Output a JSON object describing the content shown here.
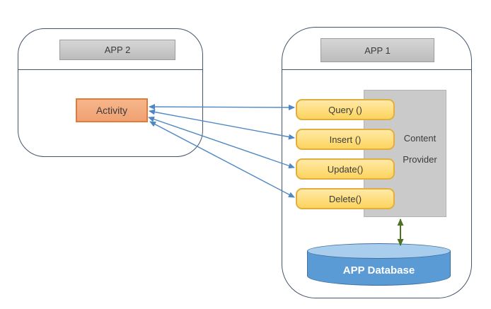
{
  "app2": {
    "title": "APP 2",
    "activity_label": "Activity"
  },
  "app1": {
    "title": "APP 1",
    "methods": [
      {
        "label": "Query ()"
      },
      {
        "label": "Insert ()"
      },
      {
        "label": "Update()"
      },
      {
        "label": "Delete()"
      }
    ],
    "content_provider": {
      "line1": "Content",
      "line2": "Provider"
    },
    "database_label": "APP Database"
  },
  "colors": {
    "canvas-bg": "#ffffff",
    "container-border": "#44546a",
    "title-bar-fill-top": "#d6d6d6",
    "title-bar-fill-bottom": "#bcbcbc",
    "title-bar-border": "#9d9d9d",
    "activity-fill-top": "#f6b68a",
    "activity-fill-bottom": "#f0a173",
    "activity-border": "#e07b39",
    "method-fill-top": "#ffe9a6",
    "method-fill-bottom": "#fcd45e",
    "method-border": "#e2ae3f",
    "provider-fill": "#cacaca",
    "provider-border": "#b3b3b3",
    "db-fill": "#5b9bd5",
    "db-top-fill": "#a9cdec",
    "db-border": "#3f6f9e",
    "db-text": "#ffffff",
    "arrow-blue": "#4e87c4",
    "arrow-green": "#4d7226",
    "text-dark": "#3b3b3b"
  }
}
